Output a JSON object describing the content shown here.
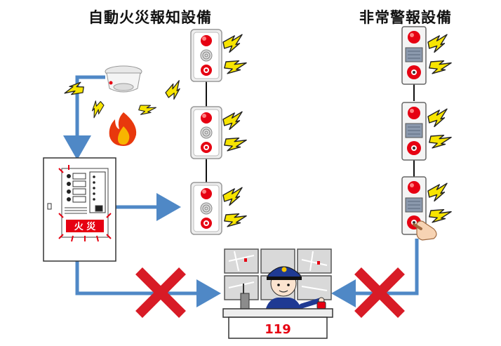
{
  "titles": {
    "auto_fire_alarm": "自動火災報知設備",
    "emergency_alarm": "非常警報設備"
  },
  "panel": {
    "fire_label": "火 災"
  },
  "control_room": {
    "number": "119"
  },
  "colors": {
    "arrow_blue": "#4f88c6",
    "cross_red": "#d81b26",
    "alarm_red": "#e60012",
    "bolt_yellow": "#f7e400"
  },
  "icons": [
    "smoke-detector-icon",
    "fire-icon",
    "alarm-bell-icon",
    "lightning-icon",
    "pointing-hand-icon",
    "fire-alarm-panel-icon",
    "firefighter-icon",
    "walkie-talkie-icon",
    "red-cross-icon"
  ]
}
